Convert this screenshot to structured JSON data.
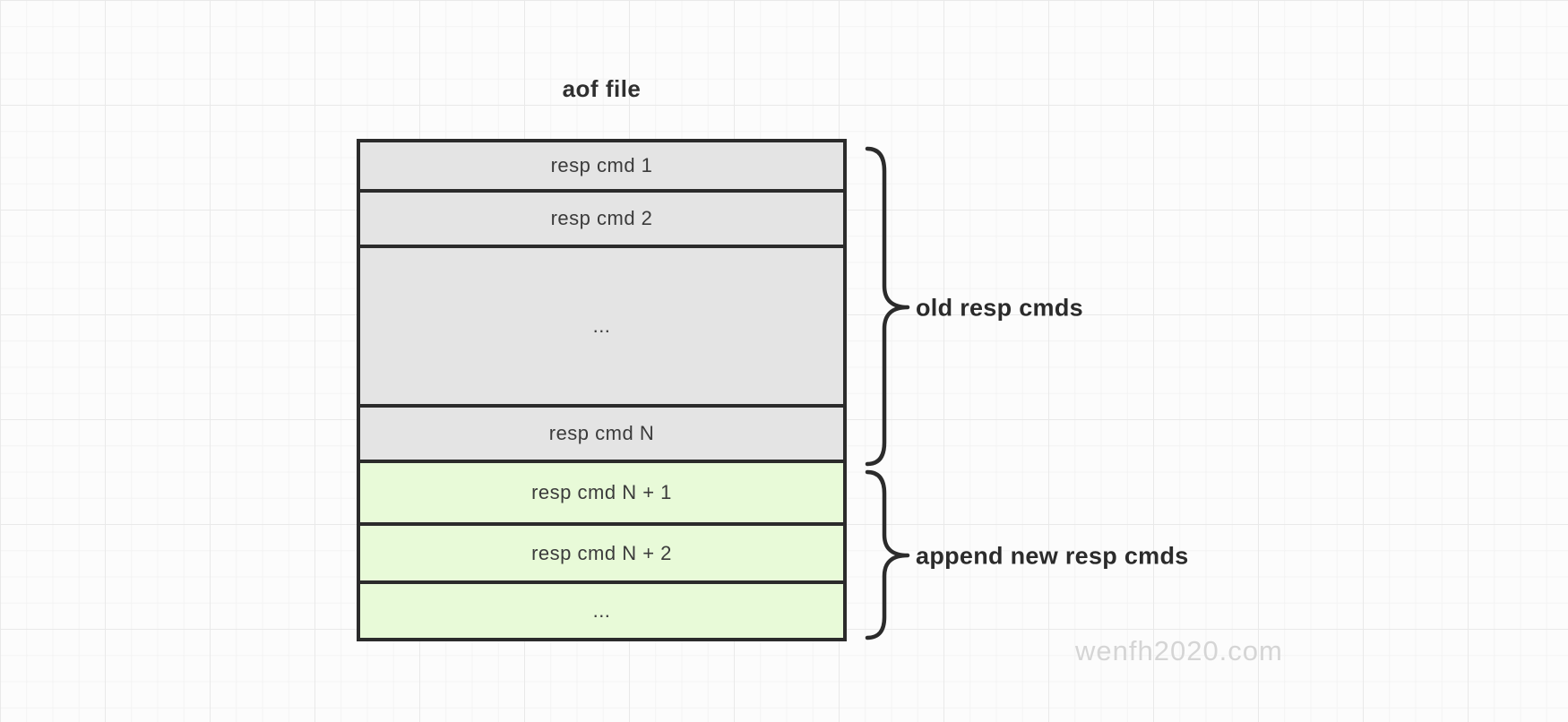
{
  "diagram": {
    "title": "aof file",
    "rows": [
      {
        "label": "resp cmd 1",
        "group": "old"
      },
      {
        "label": "resp cmd 2",
        "group": "old"
      },
      {
        "label": "...",
        "group": "old"
      },
      {
        "label": "resp cmd N",
        "group": "old"
      },
      {
        "label": "resp cmd N + 1",
        "group": "new"
      },
      {
        "label": "resp cmd N + 2",
        "group": "new"
      },
      {
        "label": "...",
        "group": "new"
      }
    ],
    "braces": [
      {
        "label": "old resp cmds",
        "group": "old"
      },
      {
        "label": "append new resp cmds",
        "group": "new"
      }
    ],
    "watermark": "wenfh2020.com",
    "colors": {
      "old_fill": "#e4e4e4",
      "new_fill": "#e8fad8",
      "stroke": "#2b2b2b",
      "label_text": "#3b3b3b",
      "watermark_text": "#d5d5d5"
    }
  }
}
